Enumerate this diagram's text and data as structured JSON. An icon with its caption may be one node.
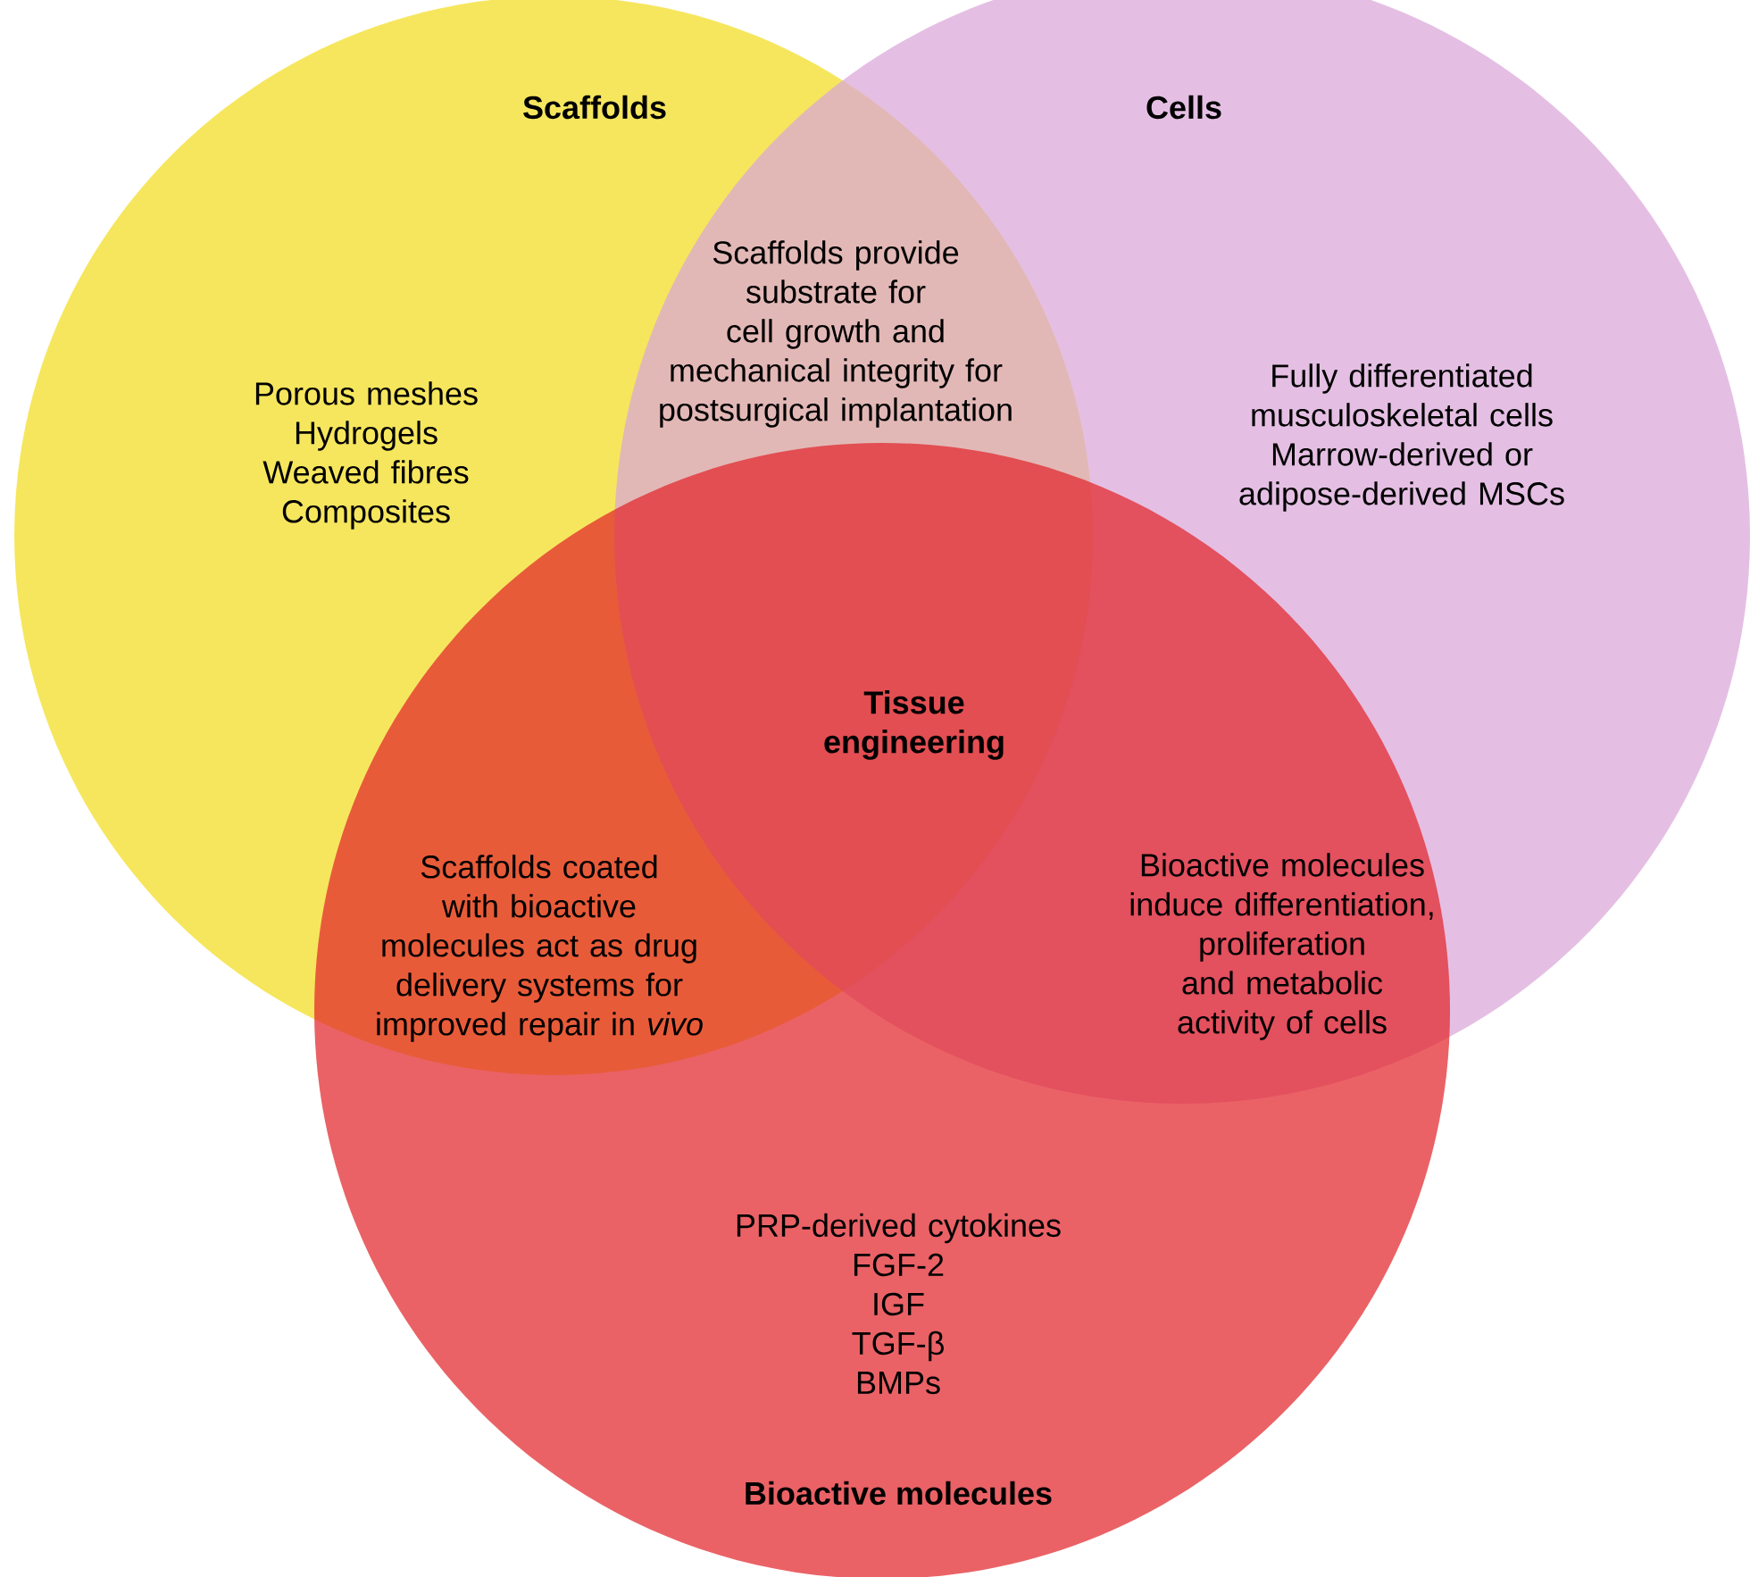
{
  "diagram": {
    "nodes": [
      {
        "text": [
          "Scaffolds",
          "Porous meshes",
          "Hydrogels",
          "Weaved fibres",
          "Composites"
        ]
      },
      {
        "text": [
          "Cells",
          "Fully differentiated musculoskeletal cells",
          "Marrow-derived or adipose-derived MSCs"
        ]
      },
      {
        "text": [
          "PRP-derived cytokines",
          "FGF-2",
          "IGF",
          "TGF-β",
          "BMPs",
          "Bioactive molecules"
        ]
      }
    ],
    "labels": [
      "Scaffolds provide substrate for cell growth and mechanical integrity for postsurgical implantation",
      "Tissue engineering",
      "Scaffolds coated with bioactive molecules act as drug delivery systems for improved repair in *vivo*",
      "Bioactive molecules induce differentiation, proliferation and metabolic activity of cells"
    ]
  }
}
